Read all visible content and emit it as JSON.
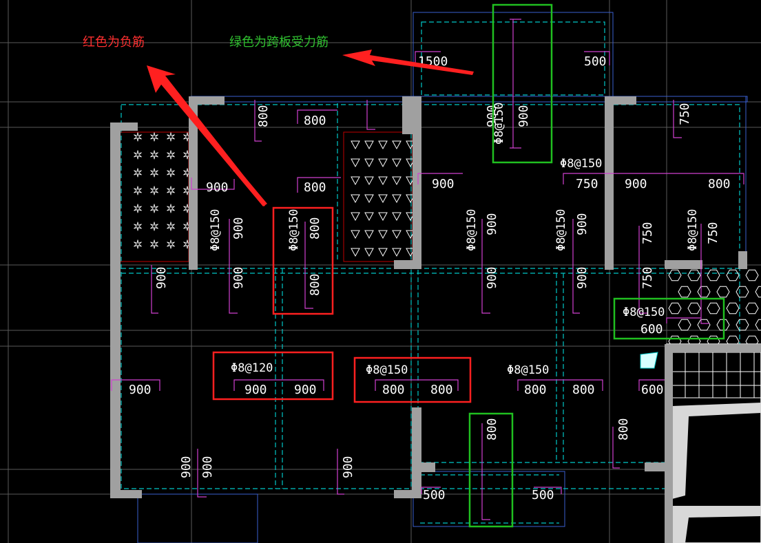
{
  "legend": {
    "negative_rebar": "红色为负筋",
    "negative_rebar_color": "#ff3030",
    "span_rebar": "绿色为跨板受力筋",
    "span_rebar_color": "#30c030"
  },
  "colors": {
    "background": "#000000",
    "wall": "#a0a0a0",
    "rebar_line": "#d040d0",
    "beam_dashed": "#00c8c8",
    "slab_outline": "#3a5fd0",
    "highlight_red": "#ff2020",
    "highlight_green": "#20c020"
  },
  "dimension_labels": [
    {
      "id": "d1",
      "text": "1500"
    },
    {
      "id": "d2",
      "text": "500"
    },
    {
      "id": "d3",
      "text": "800"
    },
    {
      "id": "d4",
      "text": "800"
    },
    {
      "id": "d5",
      "text": "800"
    },
    {
      "id": "d6",
      "text": "800"
    },
    {
      "id": "d7",
      "text": "900"
    },
    {
      "id": "d8",
      "text": "900"
    },
    {
      "id": "d9",
      "text": "900"
    },
    {
      "id": "d10",
      "text": "750"
    },
    {
      "id": "d11",
      "text": "750"
    },
    {
      "id": "d12",
      "text": "900"
    },
    {
      "id": "d13",
      "text": "900"
    },
    {
      "id": "d14",
      "text": "900"
    },
    {
      "id": "d15",
      "text": "800"
    },
    {
      "id": "d16",
      "text": "800"
    },
    {
      "id": "d17",
      "text": "900"
    },
    {
      "id": "d18",
      "text": "900"
    },
    {
      "id": "d19",
      "text": "750"
    },
    {
      "id": "d20",
      "text": "750"
    },
    {
      "id": "d21",
      "text": "900"
    },
    {
      "id": "d22",
      "text": "900"
    },
    {
      "id": "d23",
      "text": "900"
    },
    {
      "id": "d24",
      "text": "900"
    },
    {
      "id": "d25",
      "text": "750"
    },
    {
      "id": "d26",
      "text": "600"
    },
    {
      "id": "d27",
      "text": "900"
    },
    {
      "id": "d28",
      "text": "900"
    },
    {
      "id": "d29",
      "text": "900"
    },
    {
      "id": "d30",
      "text": "800"
    },
    {
      "id": "d31",
      "text": "800"
    },
    {
      "id": "d32",
      "text": "800"
    },
    {
      "id": "d33",
      "text": "800"
    },
    {
      "id": "d34",
      "text": "600"
    },
    {
      "id": "d35",
      "text": "800"
    },
    {
      "id": "d36",
      "text": "800"
    },
    {
      "id": "d37",
      "text": "900"
    },
    {
      "id": "d38",
      "text": "900"
    },
    {
      "id": "d39",
      "text": "900"
    },
    {
      "id": "d40",
      "text": "500"
    },
    {
      "id": "d41",
      "text": "500"
    }
  ],
  "rebar_labels": [
    {
      "id": "r1",
      "text": "Φ8@150"
    },
    {
      "id": "r2",
      "text": "Φ8@150"
    },
    {
      "id": "r3",
      "text": "Φ8@150"
    },
    {
      "id": "r4",
      "text": "Φ8@150"
    },
    {
      "id": "r5",
      "text": "Φ8@150"
    },
    {
      "id": "r6",
      "text": "Φ8@150"
    },
    {
      "id": "r7",
      "text": "Φ8@150"
    },
    {
      "id": "r8",
      "text": "Φ8@150"
    },
    {
      "id": "r9",
      "text": "Φ8@120"
    },
    {
      "id": "r10",
      "text": "Φ8@150"
    },
    {
      "id": "r11",
      "text": "Φ8@150"
    }
  ]
}
